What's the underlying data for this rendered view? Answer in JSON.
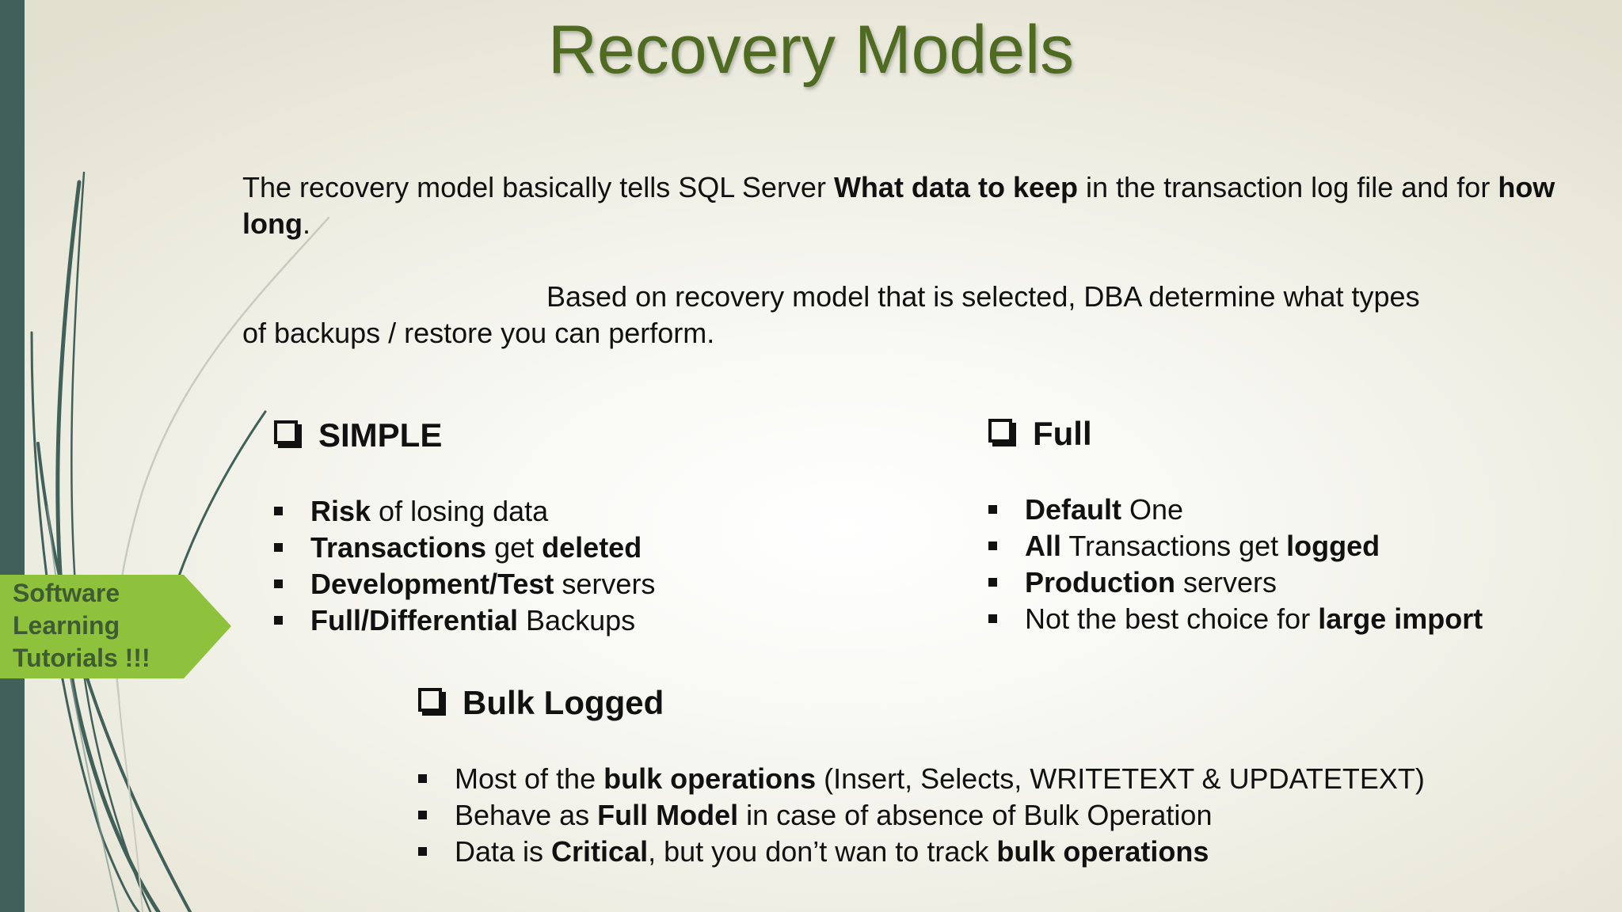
{
  "slide": {
    "title": "Recovery Models",
    "intro": {
      "t1": "The recovery model basically tells SQL Server ",
      "b1": "What data to keep",
      "t2": " in the transaction log file and for ",
      "b2": "how long",
      "t3": "."
    },
    "backup_note": {
      "line1": "Based on recovery model that is selected, DBA determine what types",
      "line2": "of backups / restore you can perform."
    },
    "simple": {
      "heading": "SIMPLE",
      "items": [
        {
          "bold": "Risk",
          "rest": " of losing data"
        },
        {
          "bold": "Transactions",
          "mid": " get ",
          "bold2": "deleted"
        },
        {
          "bold": "Development/Test",
          "rest": " servers"
        },
        {
          "bold": "Full/Differential",
          "rest": " Backups"
        }
      ]
    },
    "full": {
      "heading": "Full",
      "items": [
        {
          "bold": "Default",
          "rest": " One"
        },
        {
          "bold": "All",
          "mid": " Transactions get ",
          "bold2": "logged"
        },
        {
          "bold": "Production",
          "rest": " servers"
        },
        {
          "pre": "Not the best choice for ",
          "bold": "large import"
        }
      ]
    },
    "bulk": {
      "heading": "Bulk Logged",
      "items": [
        {
          "pre": "Most of the ",
          "bold": "bulk operations",
          "rest": " (Insert, Selects, WRITETEXT & UPDATETEXT)"
        },
        {
          "pre": "Behave as ",
          "bold": "Full Model",
          "rest": " in case of absence of Bulk Operation"
        },
        {
          "pre": "Data is ",
          "bold": "Critical",
          "mid": ", but you don’t wan to track ",
          "bold2": "bulk operations"
        }
      ]
    },
    "badge": {
      "line1": "Software",
      "line2": "Learning",
      "line3": "Tutorials !!!"
    }
  },
  "colors": {
    "title": "#4f6b22",
    "left_bar": "#42605a",
    "badge_bg": "#8ec13c",
    "badge_text": "#3f5b34"
  }
}
